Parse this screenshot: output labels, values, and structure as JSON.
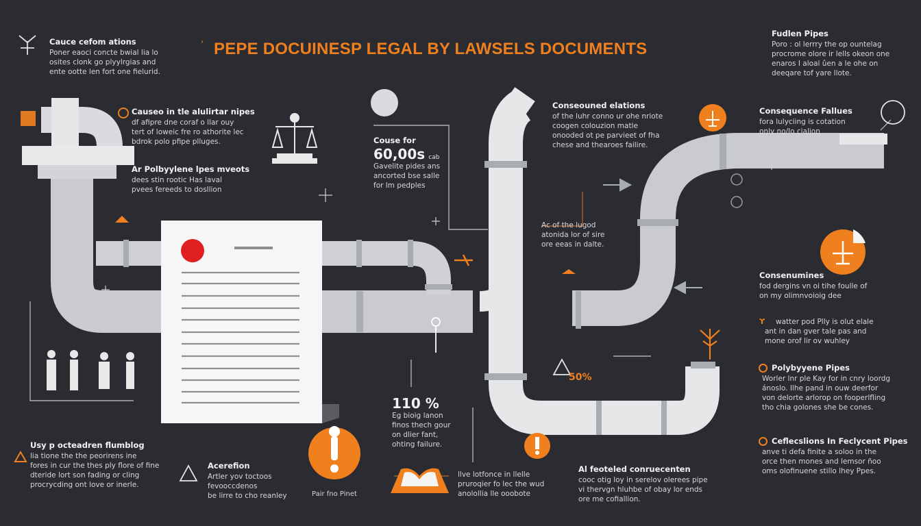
{
  "title": "PEPE DOCUINESP LEGAL BY LAWSELS DOCUMENTS",
  "colors": {
    "background": "#2a2c32",
    "accent": "#f07f1e",
    "pipe": "#d9dbde",
    "alert_red": "#e02020"
  },
  "blocks": {
    "top_left": {
      "heading": "Cauce cefom ations",
      "lines": [
        "Poner eaoci concte bwial lia lo",
        "osites clonk go plyylrgias and",
        "ente ootte len fort one fielurid."
      ]
    },
    "cause_pipes": {
      "heading": "Causeo in tle alulirtar nipes",
      "lines": [
        "df afipre dne coraf o llar ouy",
        "tert of loweic fre ro athorite lec",
        "bdrok polo pfipe plluges."
      ]
    },
    "polyethylene": {
      "heading": "Ar Polbyylene lpes mveots",
      "lines": [
        "dees stin rootic Has laval",
        "pvees fereeds to dosllion"
      ]
    },
    "cause_for": {
      "heading": "Couse for",
      "stat": "60,00s",
      "stat_unit": "cab",
      "lines": [
        "Gavelite pides ans",
        "ancorted bse salle",
        "for lm pedples"
      ]
    },
    "consequence_elations": {
      "heading": "Conseouned elations",
      "lines": [
        "of the luhr conno ur ohe nriote",
        "coogen colouzion matle",
        "onooded ot pe parvieet of fha",
        "chese and thearoes failire."
      ]
    },
    "mid_note": {
      "lines": [
        "Ac of the lugod",
        "atonida lor of sire",
        "ore eeas in dalte."
      ]
    },
    "fallen_pipes": {
      "heading": "Fudlen Pipes",
      "lines": [
        "Poro : ol lerrry the op ountelag",
        "procrome olore ir lells okeon one",
        "enaros I aloal ûen a le ohe on",
        "deeqare tof yare llote."
      ]
    },
    "consequence_failures": {
      "heading": "Consequence Fallues",
      "lines": [
        "fora lulyciing is cotation",
        "only no/lo cialion"
      ]
    },
    "consenumines": {
      "heading": "Consenumines",
      "lines": [
        "fod dergins vn oi tihe foulle of",
        "on my olimnvoioig dee"
      ]
    },
    "waters": {
      "lines": [
        "watter pod Plly is olut elale",
        "ant in dan gver tale pas and",
        "mone orof lir ov wuhley"
      ]
    },
    "polybyyene": {
      "heading": "Polybyyene Pipes",
      "lines": [
        "Worler lnr ple Kay for in cnry loordg",
        "ánoslo. Ilhe pand in ouw deerfor",
        "von delorte arlorop on fooperlfling",
        "tho chia golones she be cones."
      ]
    },
    "ceflections": {
      "heading": "Ceflecslions In Feclycent Pipes",
      "lines": [
        "anve ti defa finite a soloo in the",
        "orce then mones and lemsor ñoo",
        "oms olofinuene stillo lhey Ppes."
      ]
    },
    "stat110": {
      "stat": "110 %",
      "lines": [
        "Eg bioig lanon",
        "finos thech gour",
        "on dlier fant,",
        "ohting failure."
      ]
    },
    "stat50": {
      "stat": "50%"
    },
    "warning_plumbing": {
      "heading": "Usy p octeadren flumblog",
      "lines": [
        "lia tione the the peorirens ine",
        "fores in cur the thes ply flore of fine",
        "dteride lort son fading or cling",
        "procrycding ont love or inerle."
      ]
    },
    "accession": {
      "heading": "Acerefion",
      "lines": [
        "Artler yov toctoos",
        "fevooccdenos",
        "be lirre to cho reanley"
      ]
    },
    "alert_caption": "Pair fno Pinet",
    "book_note": {
      "lines": [
        "llve lotfonce in llelle",
        "pruroqier fo lec the wud",
        "anolollia lle ooobote"
      ]
    },
    "bottom_conseq": {
      "heading": "Al feoteled conruecenten",
      "lines": [
        "cooc otig loy in serelov olerees pipe",
        "vi thervgn hluhbe of obay lor ends",
        "ore me cofiallion."
      ]
    }
  },
  "icons": [
    "tree-icon",
    "legal-scales-icon",
    "moon-icon",
    "document-icon",
    "alert-icon",
    "book-icon",
    "warning-icon",
    "people-icon",
    "plant-icon",
    "scales-badge-icon",
    "pen-badge-icon"
  ]
}
